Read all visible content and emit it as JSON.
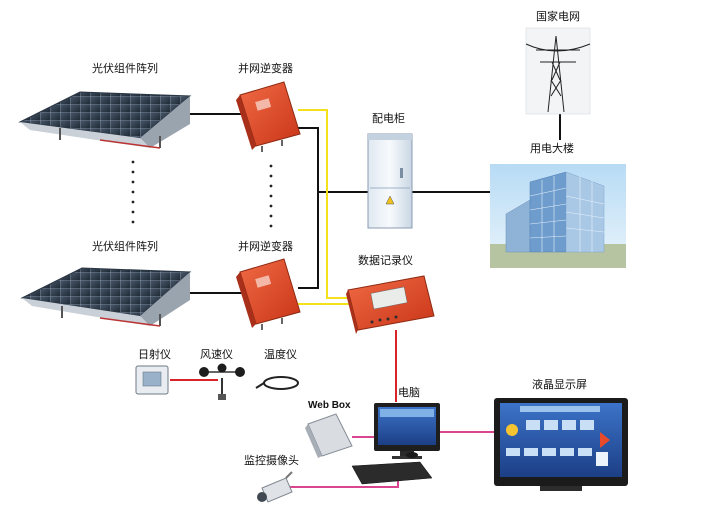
{
  "labels": {
    "pv_array_top": "光伏组件阵列",
    "pv_array_bottom": "光伏组件阵列",
    "inverter_top": "并网逆变器",
    "inverter_bottom": "并网逆变器",
    "distribution_cabinet": "配电柜",
    "national_grid": "国家电网",
    "building": "用电大楼",
    "data_logger": "数据记录仪",
    "irradiance_meter": "日射仪",
    "anemometer": "风速仪",
    "thermometer": "温度仪",
    "computer": "电脑",
    "web_box": "Web Box",
    "lcd_display": "液晶显示屏",
    "camera": "监控摄像头"
  },
  "colors": {
    "power_line": "#111111",
    "data_line_yellow": "#f5e11b",
    "data_line_red": "#d8232a",
    "data_line_magenta": "#d9468f",
    "inverter": "#e2482a",
    "cabinet": "#eef3f8"
  },
  "icons": [
    "solar-panel-icon",
    "inverter-icon",
    "power-tower-icon",
    "building-icon",
    "cabinet-icon",
    "logger-icon",
    "sensor-icon",
    "anemometer-icon",
    "probe-icon",
    "webbox-icon",
    "monitor-icon",
    "keyboard-icon",
    "display-icon",
    "camera-icon"
  ]
}
